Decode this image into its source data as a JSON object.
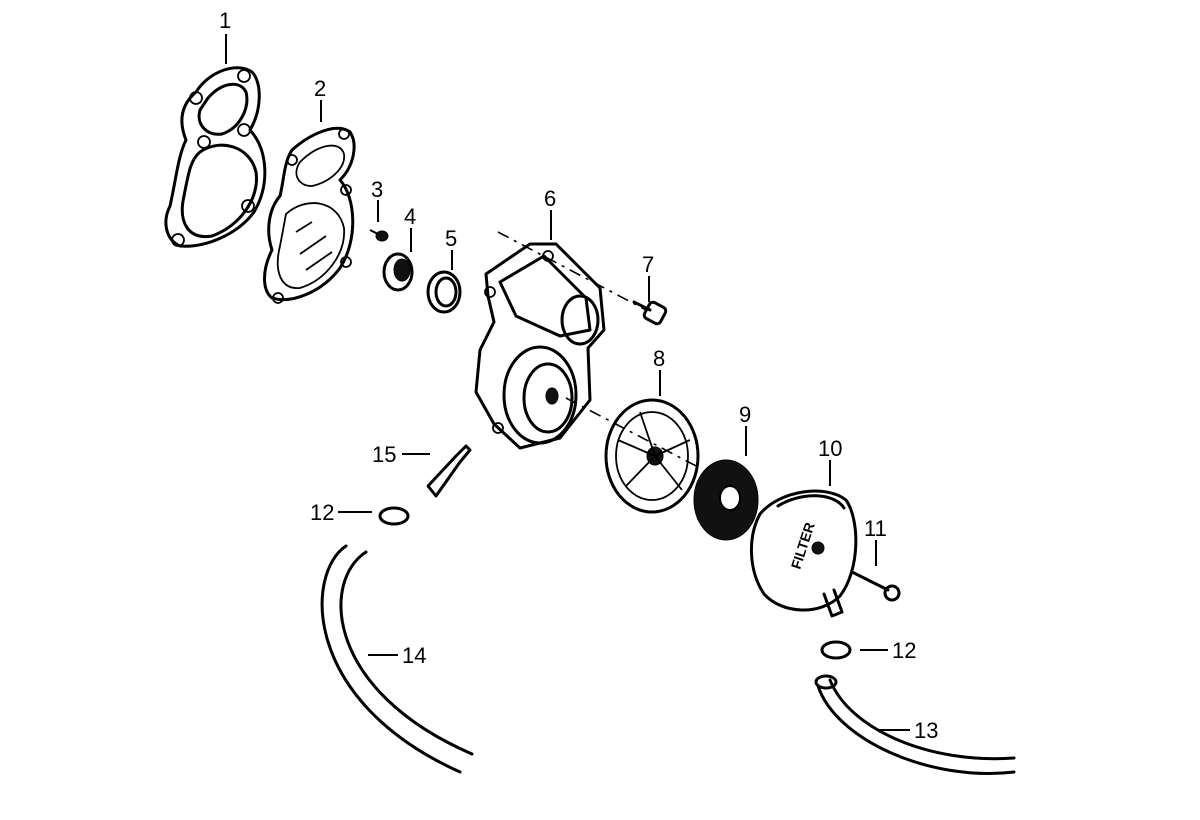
{
  "callouts": {
    "c1": "1",
    "c2": "2",
    "c3": "3",
    "c4": "4",
    "c5": "5",
    "c6": "6",
    "c7": "7",
    "c8": "8",
    "c9": "9",
    "c10": "10",
    "c11": "11",
    "c12a": "12",
    "c12b": "12",
    "c13": "13",
    "c14": "14",
    "c15": "15"
  },
  "filter_marking": "FILTER"
}
